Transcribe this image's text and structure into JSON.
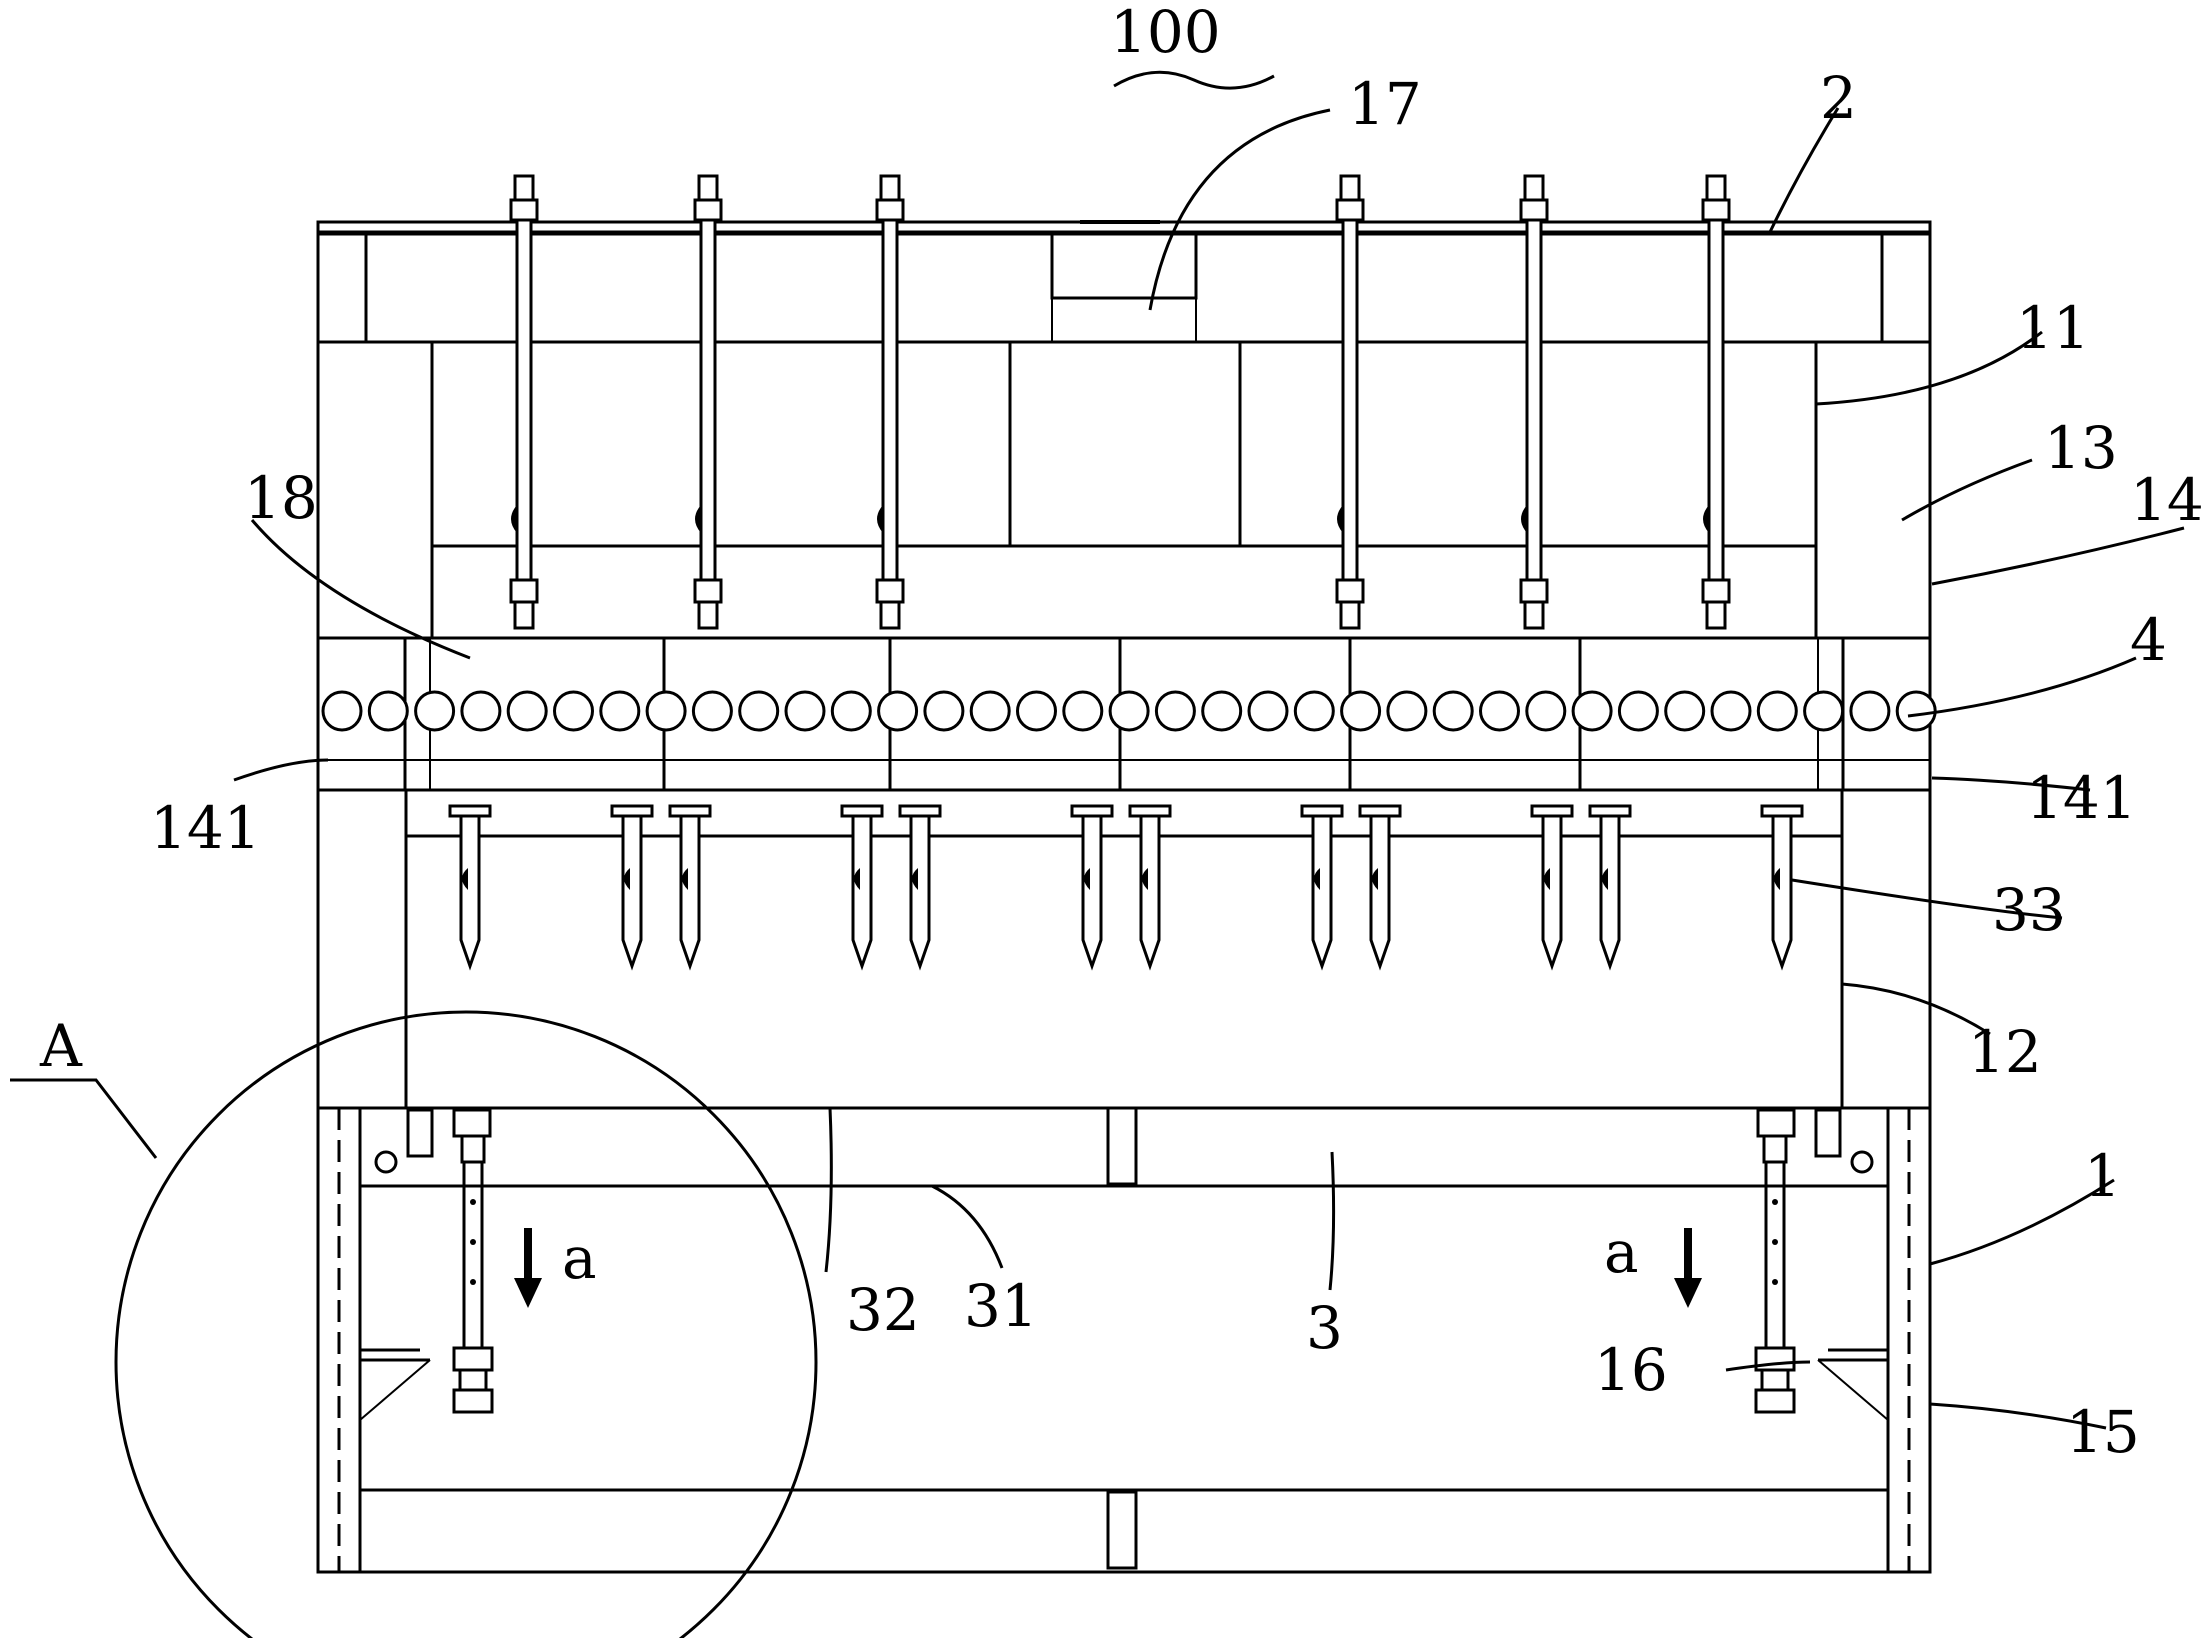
{
  "figure": {
    "labels": {
      "assembly": "100",
      "cover": "2",
      "part_17": "17",
      "part_11": "11",
      "part_13": "13",
      "part_14": "14",
      "part_18": "18",
      "part_4": "4",
      "part_141_left": "141",
      "part_141_right": "141",
      "part_33": "33",
      "part_12": "12",
      "detail_A": "A",
      "part_1": "1",
      "part_32": "32",
      "part_31": "31",
      "part_3": "3",
      "part_16": "16",
      "part_15": "15",
      "dir_left": "a",
      "dir_right": "a"
    }
  }
}
